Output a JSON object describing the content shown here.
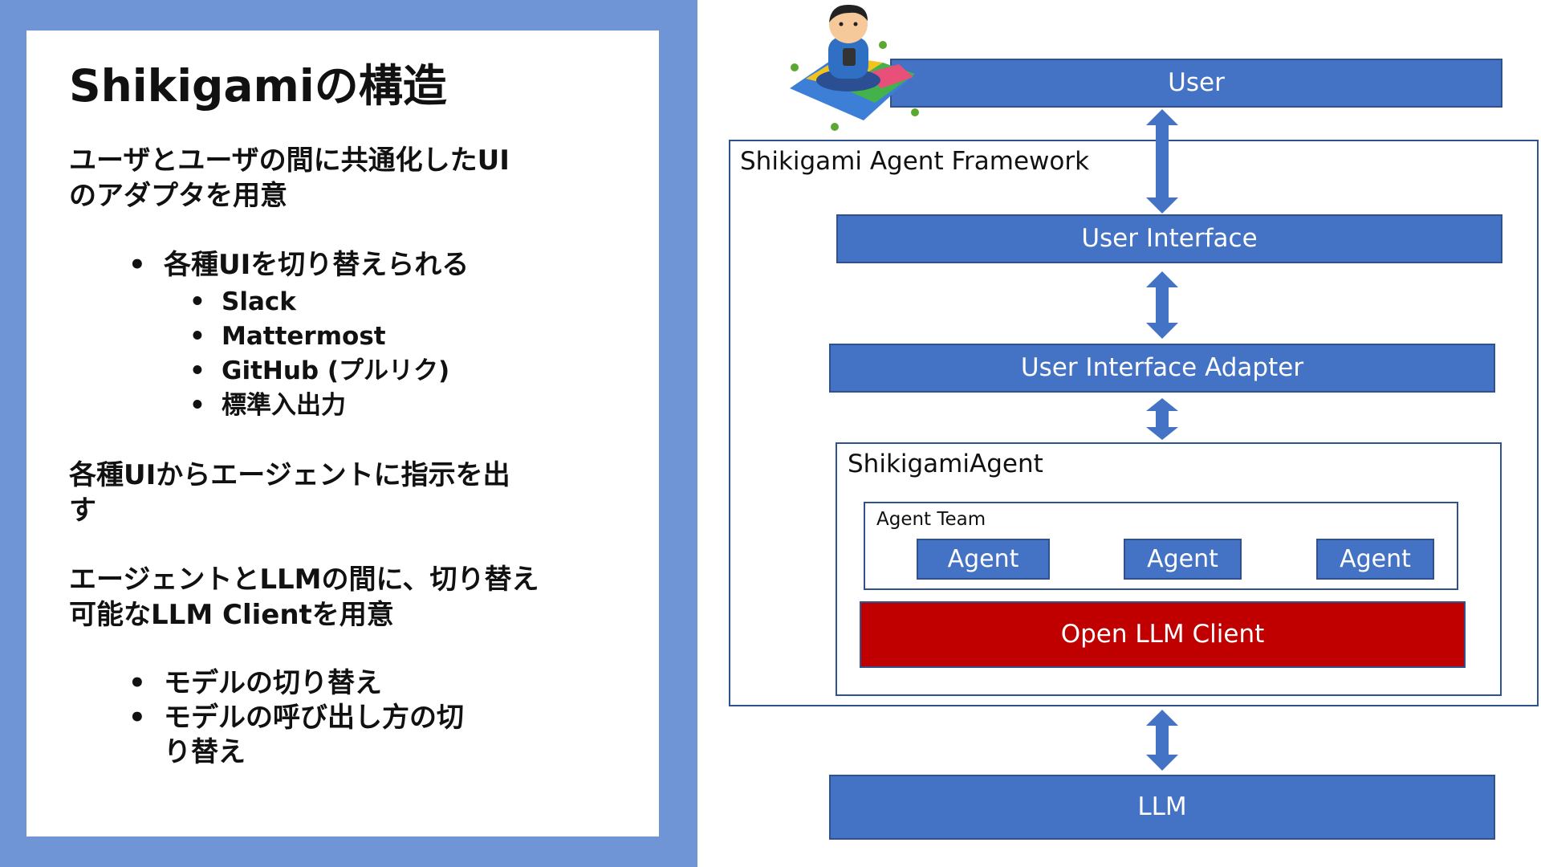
{
  "slide": {
    "title": "Shikigamiの構造",
    "para1_line1": "ユーザとユーザの間に共通化したUI",
    "para1_line2": "のアダプタを用意",
    "bullet_ui": "各種UIを切り替えられる",
    "ui_items": [
      "Slack",
      "Mattermost",
      "GitHub (プルリク)",
      "標準入出力"
    ],
    "para2_line1": "各種UIからエージェントに指示を出",
    "para2_line2": "す",
    "para3_line1": "エージェントとLLMの間に、切り替え",
    "para3_line2": "可能なLLM Clientを用意",
    "llm_bullets": [
      "モデルの切り替え",
      "モデルの呼び出し方の切り替え"
    ]
  },
  "diagram": {
    "user": "User",
    "framework": "Shikigami Agent Framework",
    "user_interface": "User Interface",
    "adapter": "User Interface Adapter",
    "shikigami_agent": "ShikigamiAgent",
    "agent_team": "Agent Team",
    "agents": [
      "Agent",
      "Agent",
      "Agent"
    ],
    "llm_client": "Open LLM Client",
    "llm": "LLM"
  },
  "colors": {
    "band": "#7095d6",
    "box_blue": "#4472c4",
    "box_border": "#2f528f",
    "client_red": "#c00000"
  }
}
